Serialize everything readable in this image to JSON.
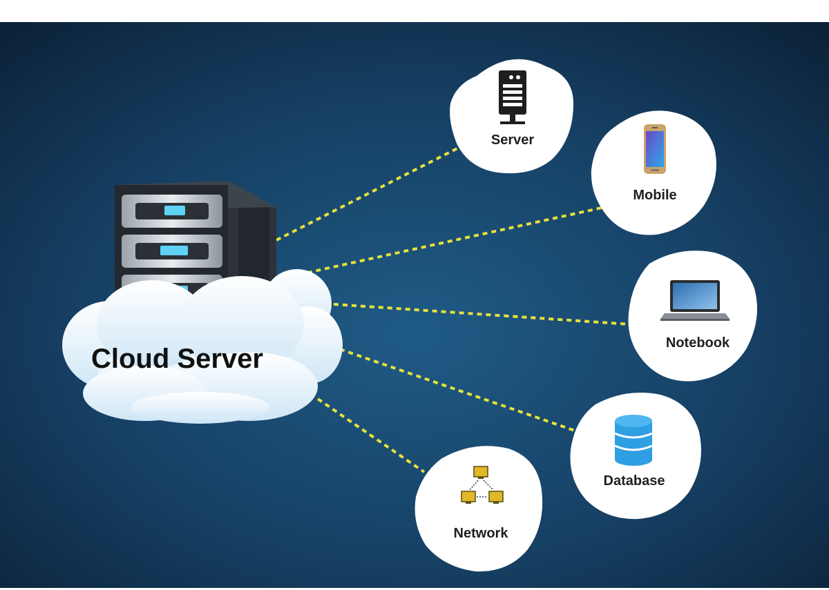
{
  "hub": {
    "label": "Cloud Server",
    "icon": "rack-server-cloud-icon"
  },
  "nodes": [
    {
      "id": "server",
      "label": "Server",
      "icon": "server-tower-icon"
    },
    {
      "id": "mobile",
      "label": "Mobile",
      "icon": "smartphone-icon"
    },
    {
      "id": "notebook",
      "label": "Notebook",
      "icon": "laptop-icon"
    },
    {
      "id": "database",
      "label": "Database",
      "icon": "database-icon"
    },
    {
      "id": "network",
      "label": "Network",
      "icon": "network-computers-icon"
    }
  ],
  "colors": {
    "background_dark": "#0d2740",
    "background_light": "#1d4f78",
    "connector": "#e8e23a",
    "node_fill": "#ffffff",
    "database_blue": "#2f9fe3",
    "led_blue": "#5fd2f5"
  }
}
